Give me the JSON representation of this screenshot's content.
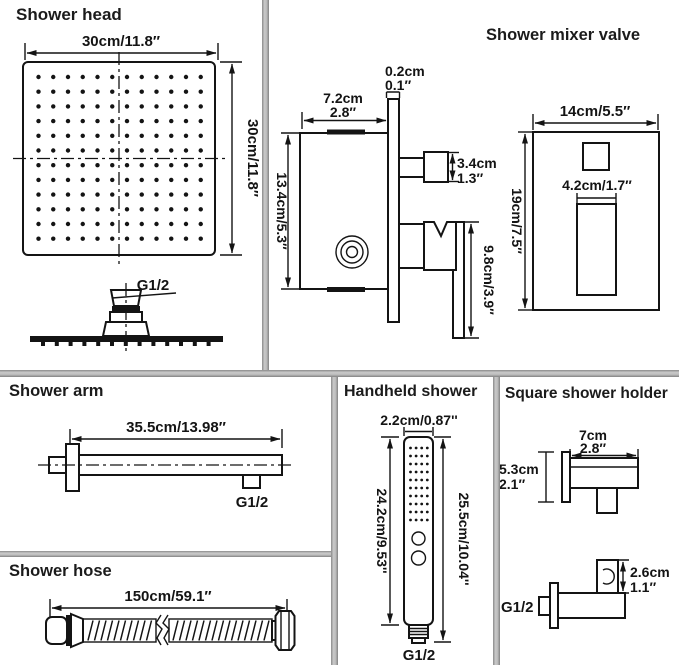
{
  "colors": {
    "background": "#ffffff",
    "line": "#141414",
    "divider": "#a9a9a9"
  },
  "sections": {
    "shower_head": {
      "title": "Shower head",
      "width_label": "30cm/11.8″",
      "height_label": "30cm/11.8″",
      "connector_label": "G1/2"
    },
    "mixer_valve": {
      "title": "Shower mixer valve",
      "side": {
        "depth_cm": "7.2cm",
        "depth_in": "2.8″",
        "plate_cm": "0.2cm",
        "plate_in": "0.1″",
        "knob_cm": "3.4cm",
        "knob_in": "1.3″",
        "height_label": "13.4cm/5.3″",
        "handle_label": "9.8cm/3.9″"
      },
      "front": {
        "width_label": "14cm/5.5″",
        "height_label": "19cm/7.5″",
        "slot_label": "4.2cm/1.7″"
      }
    },
    "shower_arm": {
      "title": "Shower arm",
      "length_label": "35.5cm/13.98″",
      "connector_label": "G1/2"
    },
    "shower_hose": {
      "title": "Shower hose",
      "length_label": "150cm/59.1″"
    },
    "handheld_shower": {
      "title": "Handheld shower",
      "width_label": "2.2cm/0.87''",
      "body_label": "24.2cm/9.53''",
      "total_label": "25.5cm/10.04''",
      "connector_label": "G1/2"
    },
    "shower_holder": {
      "title": "Square shower holder",
      "arm_cm": "7cm",
      "arm_in": "2.8″",
      "height_cm": "5.3cm",
      "height_in": "2.1″",
      "clip_cm": "2.6cm",
      "clip_in": "1.1″",
      "connector_label": "G1/2"
    }
  }
}
